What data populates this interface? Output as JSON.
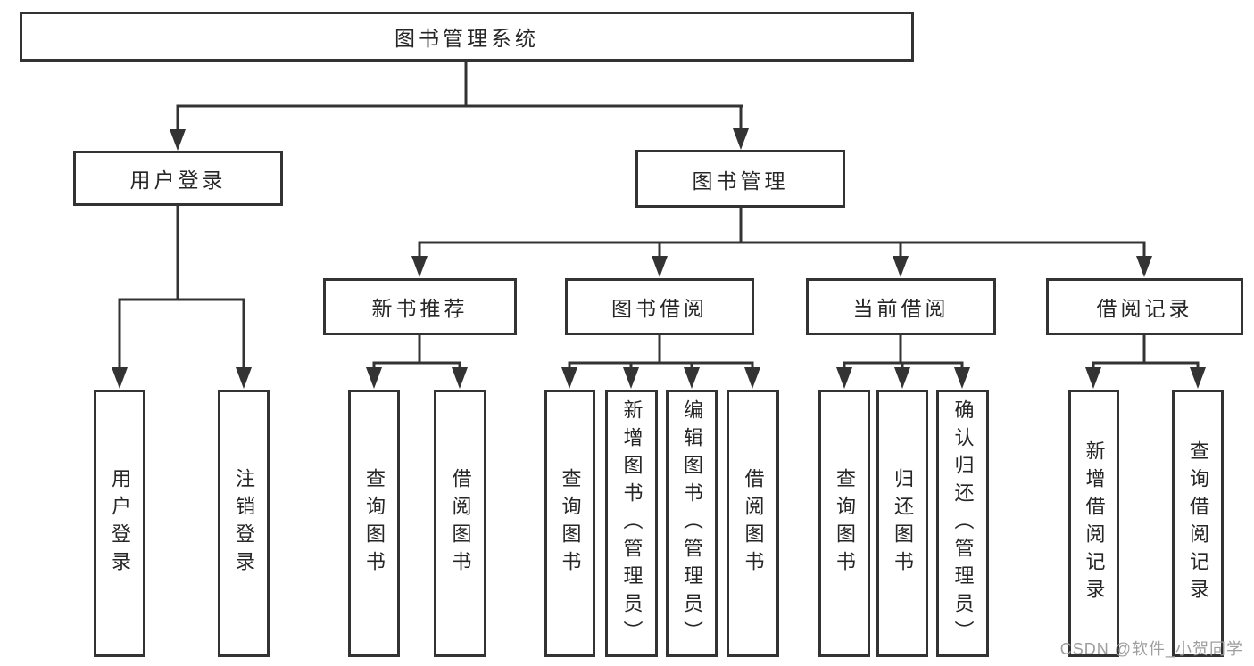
{
  "root": {
    "label": "图书管理系统"
  },
  "level2": [
    {
      "label": "用户登录"
    },
    {
      "label": "图书管理"
    }
  ],
  "level3": [
    {
      "label": "新书推荐"
    },
    {
      "label": "图书借阅"
    },
    {
      "label": "当前借阅"
    },
    {
      "label": "借阅记录"
    }
  ],
  "leaves": [
    {
      "label": "用户登录"
    },
    {
      "label": "注销登录"
    },
    {
      "label": "查询图书"
    },
    {
      "label": "借阅图书"
    },
    {
      "label": "查询图书"
    },
    {
      "label": "新增图书（管理员）"
    },
    {
      "label": "编辑图书（管理员）"
    },
    {
      "label": "借阅图书"
    },
    {
      "label": "查询图书"
    },
    {
      "label": "归还图书"
    },
    {
      "label": "确认归还（管理员）"
    },
    {
      "label": "新增借阅记录"
    },
    {
      "label": "查询借阅记录"
    }
  ],
  "watermark": "CSDN @软件_小贺同学",
  "colors": {
    "line": "#333333",
    "text": "#262626",
    "watermark": "#9e9e9e",
    "background": "#ffffff"
  }
}
